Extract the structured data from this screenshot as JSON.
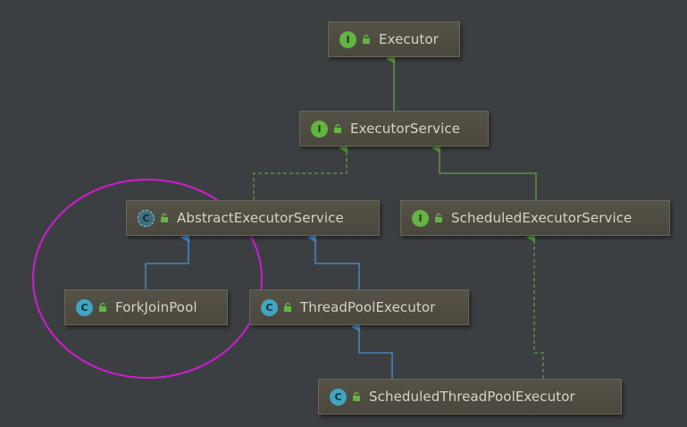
{
  "nodes": [
    {
      "id": "executor",
      "kind": "interface",
      "badge": "I",
      "label": "Executor"
    },
    {
      "id": "executor-service",
      "kind": "interface",
      "badge": "I",
      "label": "ExecutorService"
    },
    {
      "id": "abstract-executor-service",
      "kind": "abstract",
      "badge": "C",
      "label": "AbstractExecutorService"
    },
    {
      "id": "scheduled-executor-service",
      "kind": "interface",
      "badge": "I",
      "label": "ScheduledExecutorService"
    },
    {
      "id": "fork-join-pool",
      "kind": "class",
      "badge": "C",
      "label": "ForkJoinPool"
    },
    {
      "id": "thread-pool-executor",
      "kind": "class",
      "badge": "C",
      "label": "ThreadPoolExecutor"
    },
    {
      "id": "scheduled-thread-pool-executor",
      "kind": "class",
      "badge": "C",
      "label": "ScheduledThreadPoolExecutor"
    }
  ],
  "edges": [
    {
      "from": "executor-service",
      "to": "executor",
      "type": "extends-interface"
    },
    {
      "from": "abstract-executor-service",
      "to": "executor-service",
      "type": "implements"
    },
    {
      "from": "scheduled-executor-service",
      "to": "executor-service",
      "type": "extends-interface"
    },
    {
      "from": "fork-join-pool",
      "to": "abstract-executor-service",
      "type": "extends-class"
    },
    {
      "from": "thread-pool-executor",
      "to": "abstract-executor-service",
      "type": "extends-class"
    },
    {
      "from": "scheduled-thread-pool-executor",
      "to": "thread-pool-executor",
      "type": "extends-class"
    },
    {
      "from": "scheduled-thread-pool-executor",
      "to": "scheduled-executor-service",
      "type": "implements"
    }
  ],
  "colors": {
    "background": "#3c3f41",
    "interface_edge": "#5e9e48",
    "class_edge": "#4a8fd9",
    "highlight": "#d41ad4"
  },
  "icons": {
    "visibility": "lock-icon"
  }
}
